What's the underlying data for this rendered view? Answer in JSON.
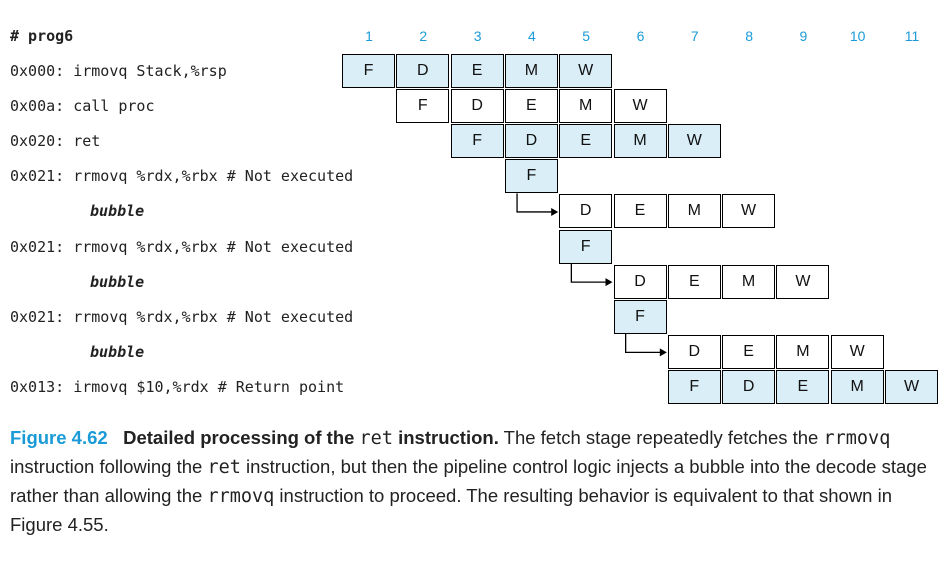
{
  "program": {
    "title": "# prog6"
  },
  "cycles": [
    "1",
    "2",
    "3",
    "4",
    "5",
    "6",
    "7",
    "8",
    "9",
    "10",
    "11"
  ],
  "rows": [
    {
      "label": "0x000: irmovq Stack,%rsp",
      "bubble": false,
      "start": 1,
      "stages": [
        "F",
        "D",
        "E",
        "M",
        "W"
      ],
      "fill": [
        true,
        true,
        true,
        true,
        true
      ]
    },
    {
      "label": "0x00a: call proc",
      "bubble": false,
      "start": 2,
      "stages": [
        "F",
        "D",
        "E",
        "M",
        "W"
      ],
      "fill": [
        false,
        false,
        false,
        false,
        false
      ]
    },
    {
      "label": "0x020: ret",
      "bubble": false,
      "start": 3,
      "stages": [
        "F",
        "D",
        "E",
        "M",
        "W"
      ],
      "fill": [
        true,
        true,
        true,
        true,
        true
      ]
    },
    {
      "label": "0x021: rrmovq %rdx,%rbx # Not executed",
      "bubble": false,
      "start": 4,
      "stages": [
        "F"
      ],
      "fill": [
        true
      ]
    },
    {
      "label": "bubble",
      "bubble": true,
      "start": 5,
      "stages": [
        "D",
        "E",
        "M",
        "W"
      ],
      "fill": [
        false,
        false,
        false,
        false
      ]
    },
    {
      "label": "0x021: rrmovq %rdx,%rbx # Not executed",
      "bubble": false,
      "start": 5,
      "stages": [
        "F"
      ],
      "fill": [
        true
      ]
    },
    {
      "label": "bubble",
      "bubble": true,
      "start": 6,
      "stages": [
        "D",
        "E",
        "M",
        "W"
      ],
      "fill": [
        false,
        false,
        false,
        false
      ]
    },
    {
      "label": "0x021: rrmovq %rdx,%rbx # Not executed",
      "bubble": false,
      "start": 6,
      "stages": [
        "F"
      ],
      "fill": [
        true
      ]
    },
    {
      "label": "bubble",
      "bubble": true,
      "start": 7,
      "stages": [
        "D",
        "E",
        "M",
        "W"
      ],
      "fill": [
        false,
        false,
        false,
        false
      ]
    },
    {
      "label": "0x013: irmovq $10,%rdx # Return point",
      "bubble": false,
      "start": 7,
      "stages": [
        "F",
        "D",
        "E",
        "M",
        "W"
      ],
      "fill": [
        true,
        true,
        true,
        true,
        true
      ]
    }
  ],
  "caption": {
    "number": "Figure 4.62",
    "title_pre": "Detailed processing of the ",
    "title_code": "ret",
    "title_post": " instruction.",
    "text_1": " The fetch stage repeatedly fetches the ",
    "code_1": "rrmovq",
    "text_2": " instruction following the ",
    "code_2": "ret",
    "text_3": " instruction, but then the pipeline control logic injects a bubble into the decode stage rather than allowing the ",
    "code_3": "rrmovq",
    "text_4": " instruction to proceed. The resulting behavior is equivalent to that shown in Figure 4.55."
  },
  "colors": {
    "accent": "#1a9bd7",
    "stage_fill": "#d9eef7",
    "border": "#000000"
  }
}
